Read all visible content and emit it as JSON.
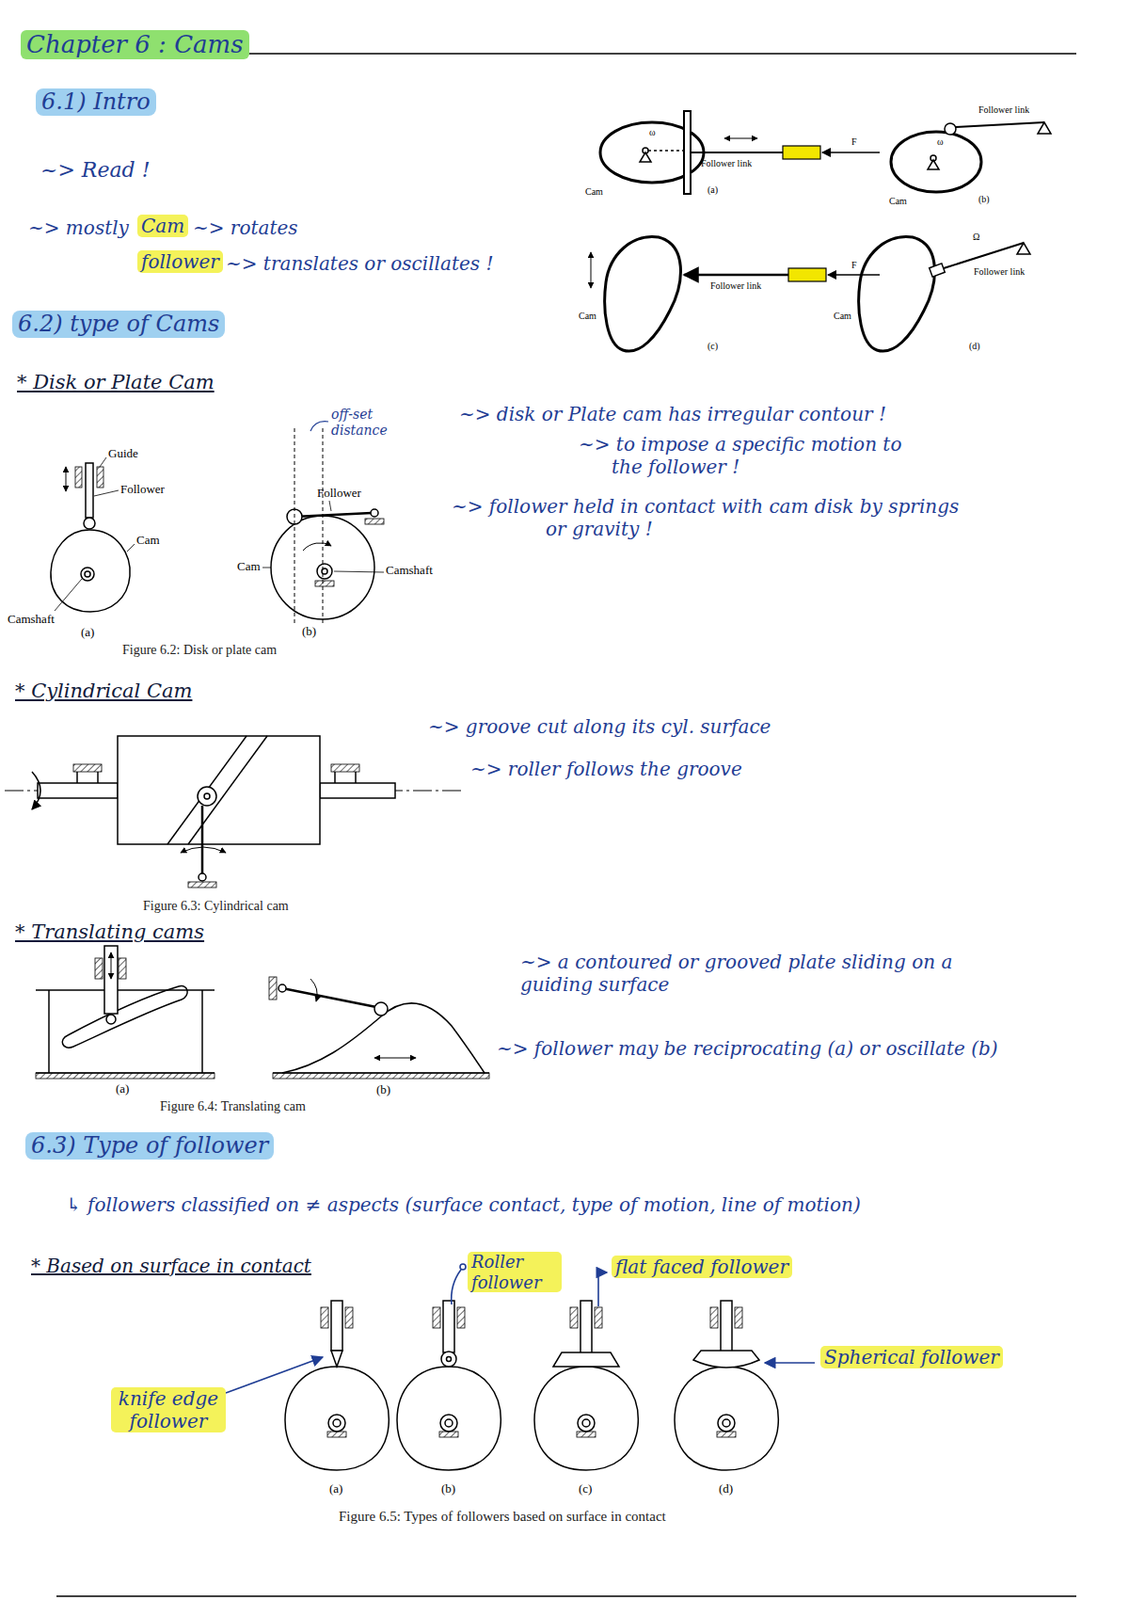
{
  "diagram": {
    "title": "Chapter 6 : Cams",
    "labels": [
      "6.1) Intro",
      "~> Read !",
      "~> mostly",
      "Cam",
      "~> rotates",
      "follower",
      "~> translates or oscillates !",
      "6.2) type of Cams",
      "* Disk or Plate Cam",
      "~> disk or Plate cam has irregular contour !",
      "~> to impose a specific motion to the follower !",
      "~> follower held in contact with cam disk by springs or gravity !",
      "* Cylindrical Cam",
      "~> groove cut along its cyl. surface",
      "~> roller follows the groove",
      "* Translating cams",
      "~> a contoured or grooved plate sliding on a guiding surface",
      "~> follower may be reciprocating (a) or oscillate (b)",
      "6.3) Type of follower",
      "↳ followers classified on ≠ aspects (surface contact, type of motion, line of motion)",
      "* Based on surface in contact",
      "Roller follower",
      "flat faced follower",
      "Spherical follower",
      "knife edge follower",
      "off-set distance",
      "Guide",
      "Follower",
      "Cam",
      "Camshaft",
      "(a)",
      "Follower",
      "Cam",
      "Camshaft",
      "(b)",
      "Figure 6.2: Disk or plate cam",
      "Figure 6.3: Cylindrical cam",
      "(a)",
      "(b)",
      "Figure 6.4: Translating cam",
      "(a)",
      "(b)",
      "(c)",
      "(d)",
      "Figure 6.5: Types of followers based on surface in contact",
      "Cam",
      "Follower link",
      "(a)",
      "F",
      "Cam",
      "Follower link",
      "(b)",
      "Cam",
      "Follower link",
      "(c)",
      "F",
      "Cam",
      "Follower link",
      "(d)",
      "ω",
      "ω",
      "Ω"
    ]
  }
}
